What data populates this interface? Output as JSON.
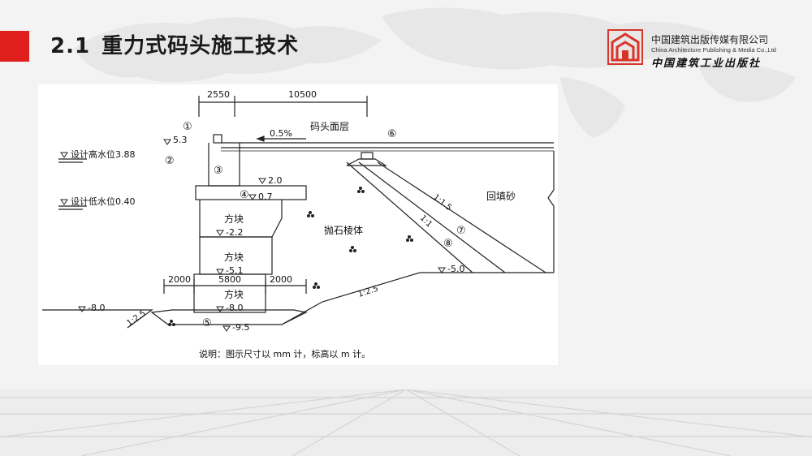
{
  "slide": {
    "section_number": "2.1",
    "title": "重力式码头施工技术"
  },
  "publisher": {
    "name_cn": "中国建筑出版传媒有限公司",
    "name_en": "China Architecture Publishing & Media Co.,Ltd",
    "name_calligraphy": "中国建筑工业出版社"
  },
  "diagram": {
    "dimensions": {
      "top_left": "2550",
      "top_right": "10500",
      "bottom_left": "2000",
      "bottom_middle": "5800",
      "bottom_right": "2000"
    },
    "callouts": [
      "①",
      "②",
      "③",
      "④",
      "⑤",
      "⑥",
      "⑦",
      "⑧"
    ],
    "elevations": {
      "wharf_top": "5.3",
      "cap_top": "2.0",
      "beam_bottom": "0.7",
      "block1_bottom": "-2.2",
      "block2_bottom": "-5.1",
      "block3_bottom": "-8.0",
      "bed_bottom": "-9.5",
      "seabed": "-8.0",
      "filter_toe": "-5.0"
    },
    "water_levels": {
      "high": "设计高水位3.88",
      "low": "设计低水位0.40"
    },
    "labels": {
      "slope": "0.5%",
      "deck": "码头面层",
      "block": "方块",
      "riprap": "抛石棱体",
      "backfill": "回填砂",
      "ratio_15": "1:1.5",
      "ratio_1": "1:1",
      "ratio_25": "1:2.5"
    },
    "note": "说明：图示尺寸以 mm 计，标高以 m 计。"
  },
  "colors": {
    "accent": "#e0201d",
    "title_text": "#1a1a1a",
    "line": "#222222"
  }
}
